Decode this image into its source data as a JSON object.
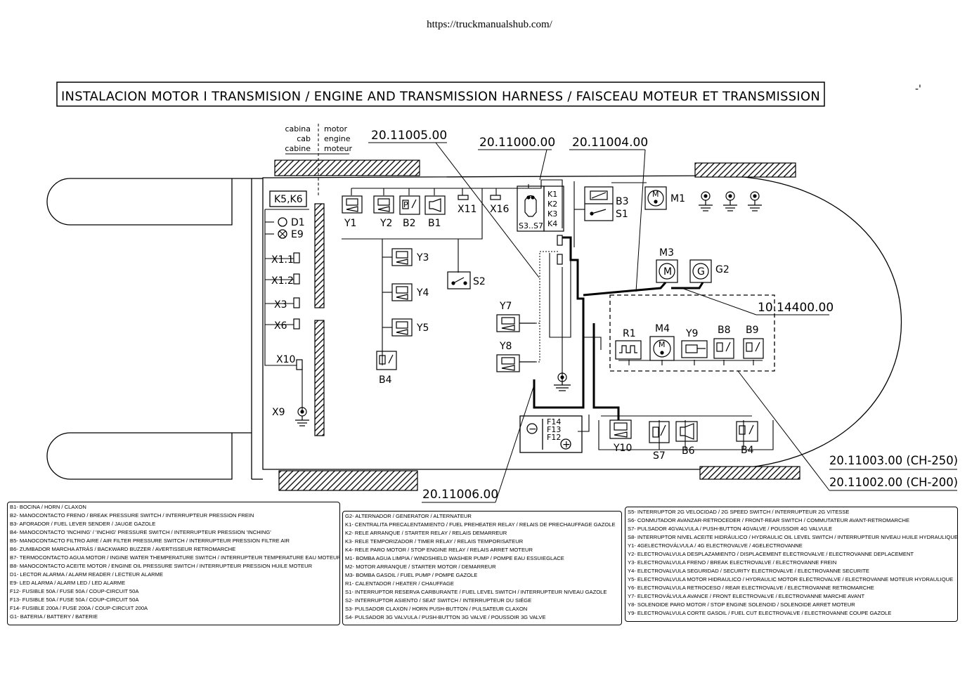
{
  "url": "https://truckmanualshub.com/",
  "title": "INSTALACION MOTOR I TRANSMISION / ENGINE AND TRANSMISSION HARNESS / FAISCEAU MOTEUR ET TRANSMISSION",
  "mark": "-'",
  "zones": {
    "cab": [
      "cabina",
      "cab",
      "cabine"
    ],
    "engine": [
      "motor",
      "engine",
      "moteur"
    ]
  },
  "part_numbers": {
    "p1": "20.11005.00",
    "p2": "20.11000.00",
    "p3": "20.11004.00",
    "p4": "10.14400.00",
    "p5": "20.11003.00 (CH-250)",
    "p6": "20.11002.00 (CH-200)",
    "p7": "20.11006.00"
  },
  "components": {
    "k5k6": "K5,K6",
    "d1": "D1",
    "e9": "E9",
    "x11c": "X1.1",
    "x12c": "X1.2",
    "x3": "X3",
    "x6": "X6",
    "x10": "X10",
    "x9": "X9",
    "y1": "Y1",
    "y2": "Y2",
    "b2": "B2",
    "b1": "B1",
    "x11": "X11",
    "x16": "X16",
    "s3s7": "S3..S7",
    "k1": "K1",
    "k2": "K2",
    "k3": "K3",
    "k4": "K4",
    "b3": "B3",
    "s1": "S1",
    "m1": "M1",
    "y3": "Y3",
    "y4": "Y4",
    "y5": "Y5",
    "b4a": "B4",
    "s2": "S2",
    "y7": "Y7",
    "y8": "Y8",
    "m3": "M3",
    "g2": "G2",
    "r1": "R1",
    "m4": "M4",
    "y9": "Y9",
    "b8": "B8",
    "b9": "B9",
    "f14": "F14",
    "f13": "F13",
    "f12": "F12",
    "y10": "Y10",
    "s7": "S7",
    "b6": "B6",
    "b4b": "B4"
  },
  "symbols": {
    "motor": "M",
    "generator": "G",
    "pressure": "P",
    "minus": "−",
    "plus": "+"
  },
  "legend_1": [
    "B1- BOCINA / HORN / CLAXON",
    "B2- MANOCONTACTO FRENO / BREAK PRESSURE SWITCH / INTERRUPTEUR PRESSION FREIN",
    "B3- AFORADOR / FUEL LEVER SENDER / JAUGE GAZOLE",
    "B4- MANOCONTACTO 'INCHING' / 'INCHIG' PRESSURE SWITCH / INTERRUPTEUR PRESSION 'INCHING'",
    "B5- MANOCONTACTO FILTRO AIRE / AIR FILTER PRESSURE SWITCH / INTERRUPTEUR PRESSION FILTRE AIR",
    "B6- ZUMBADOR MARCHA ATRÁS / BACKWARD BUZZER / AVERTISSEUR RETROMARCHE",
    "B7- TERMOCONTACTO AGUA MOTOR / INGINE WATER THEMPERATURE SWITCH / INTERRUPTEUR TEMPERATURE EAU MOTEUR",
    "B8- MANOCONTACTO ACEITE MOTOR / ENGINE OIL PRESSURE SWITCH / INTERRUPTEUR PRESSION HUILE MOTEUR",
    "D1- LECTOR ALARMA / ALARM READER / LECTEUR ALARME",
    "E9- LED ALARMA / ALARM LED / LED ALARME",
    "F12- FUSIBLE 50A / FUSE 50A / COUP-CIRCUIT 50A",
    "F13- FUSIBLE 50A / FUSE 50A / COUP-CIRCUIT 50A",
    "F14- FUSIBLE 200A / FUSE 200A / COUP-CIRCUIT 200A",
    "G1- BATERIA / BATTERY / BATERIE"
  ],
  "legend_2": [
    "G2- ALTERNADOR / GENERATOR / ALTERNATEUR",
    "K1- CENTRALITA PRECALENTAMIENTO / FUEL PREHEATER RELAY / RELAIS DE PRECHAUFFAGE GAZOLE",
    "K2- RELE ARRANQUE / STARTER RELAY / RELAIS DEMARREUR",
    "K3- RELE TEMPORIZADOR / TIMER RELAY / RELAIS TEMPORISATEUR",
    "K4- RELE PARO MOTOR / STOP ENGINE RELAY / RELAIS ARRET MOTEUR",
    "M1- BOMBA AGUA LIMPIA / WINDSHIELD WASHER PUMP / POMPE EAU ESSUIEGLACE",
    "M2- MOTOR ARRANQUE / STARTER MOTOR / DEMARREUR",
    "M3- BOMBA GASOIL / FUEL PUMP / POMPE GAZOLE",
    "R1- CALENTADOR / HEATER / CHAUFFAGE",
    "S1- INTERRUPTOR RESERVA CARBURANTE / FUEL LEVEL SWITCH / INTERRUPTEUR NIVEAU GAZOLE",
    "S2- INTERRUPTOR ASIENTO / SEAT SWITCH / INTERRUPTEUR DU SIÉGE",
    "S3- PULSADOR CLAXON / HORN PUSH-BUTTON / PULSATEUR CLAXON",
    "S4- PULSADOR 3g VALVULA / PUSH-BUTTON 3g VALVE / POUSSOIR 3g VALVE"
  ],
  "legend_3": [
    "S5- INTERRUPTOR 2g VELOCIDAD / 2g SPEED SWITCH / INTERRUPTEUR 2g VITESSE",
    "S6- CONMUTADOR AVANZAR-RETROCEDER / FRONT-REAR SWITCH / COMMUTATEUR AVANT-RETROMARCHE",
    "S7- PULSADOR 4gVALVULA / PUSH-BUTTON 4gVALVE / POUSSOIR 4g VALVULE",
    "S8- INTERRUPTOR NIVEL ACEITE HIDRÁULICO / HYDRAULIC OIL LEVEL SWITCH / INTERRUPTEUR NIVEAU HUILE HYDRAULIQUE",
    "Y1- 4gELECTROVÁLVULA / 4g ELECTROVALVE / 4gELECTROVANNE",
    "Y2- ELECTROVALVULA DESPLAZAMIENTO / DISPLACEMENT ELECTROVALVE / ELECTROVANNE DEPLACEMENT",
    "Y3- ELECTROVALVULA FRENO / BREAK ELECTROVALVE / ELECTROVANNE FREIN",
    "Y4- ELECTROVALVULA SEGURIDAD / SECURITY ELECTROVALVE / ELECTROVANNE SECURITE",
    "Y5- ELECTROVALVULA MOTOR HIDRAULICO / HYDRAULIC MOTOR ELECTROVALVE / ELECTROVANNE MOTEUR HYDRAULIQUE",
    "Y6- ELECTROVALVULA RETROCESO / REAR ELECTROVALVE / ELECTROVANNE RETROMARCHE",
    "Y7- ELECTROVÁLVULA AVANCE / FRONT ELECTROVALVE / ELECTROVANNE MARCHE AVANT",
    "Y8- SOLENOIDE PARO MOTOR / STOP ENGINE SOLENOID / SOLENOIDE ARRET MOTEUR",
    "Y9- ELECTROVALVULA CORTE GASOIL / FUEL CUT ELECTROVALVE / ELECTROVANNE COUPE GAZOLE"
  ]
}
